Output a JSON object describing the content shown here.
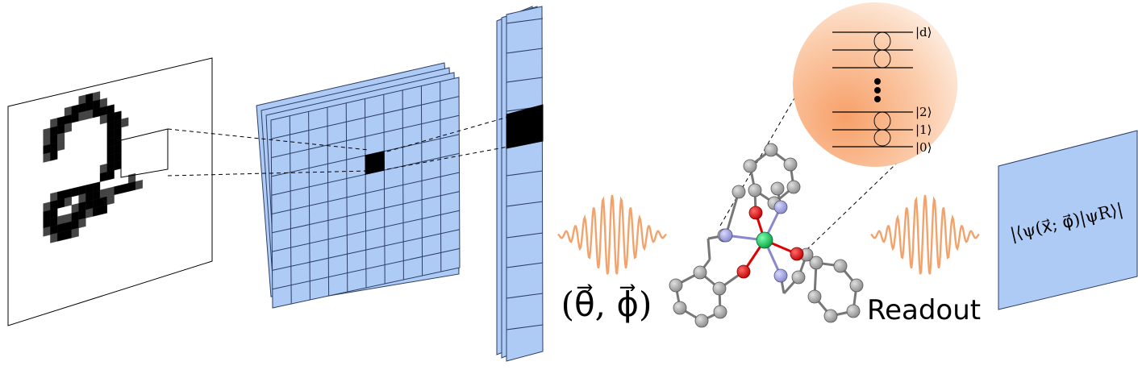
{
  "labels": {
    "parameters": "(θ⃗, ϕ⃗)",
    "readout": "Readout",
    "overlap": "|⟨ψ(x⃗; φ⃗)|ψR⟩|"
  },
  "energy_levels": [
    {
      "label": "|d⟩"
    },
    {
      "label": "|2⟩"
    },
    {
      "label": "|1⟩"
    },
    {
      "label": "|0⟩"
    }
  ],
  "colors": {
    "feature_map_fill": "#aecbf5",
    "feature_map_stroke": "#2c3e66",
    "pulse": "#f2a36b",
    "atom_carbon": "#9a9a9a",
    "atom_oxygen": "#e00000",
    "atom_nitrogen": "#9999dd",
    "atom_metal": "#1ec85a",
    "orbital_gradient_center": "#f7a069",
    "readout_panel": "#aecbf5"
  },
  "icons": {
    "digit_image": "handwritten-digit-two",
    "molecule": "metal-complex-molecule"
  }
}
